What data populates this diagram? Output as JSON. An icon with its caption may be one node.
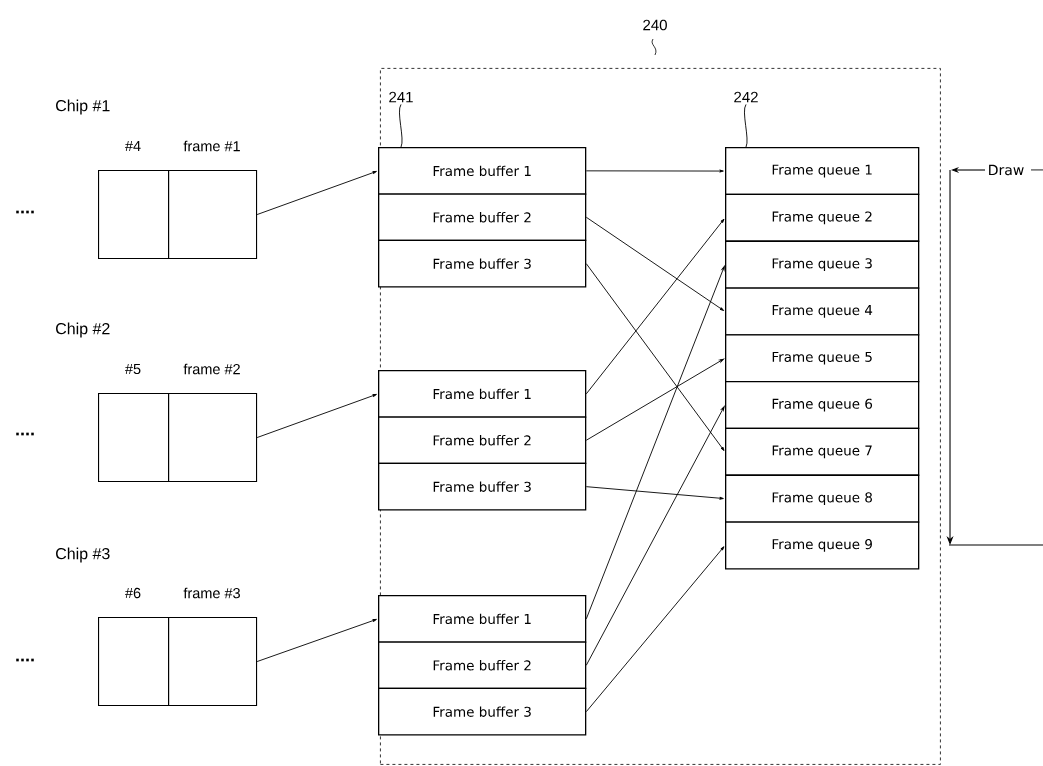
{
  "diagram": {
    "nodes": [
      {
        "text": [
          "240"
        ]
      },
      {
        "text": [
          "Frame buffer 1"
        ],
        "in": 0
      },
      {
        "text": [
          "Frame buffer 2"
        ],
        "in": 0
      },
      {
        "text": [
          "Frame buffer 3"
        ],
        "in": 0
      },
      {
        "text": [
          "Frame buffer 1"
        ],
        "in": 0
      },
      {
        "text": [
          "Frame buffer 2"
        ],
        "in": 0
      },
      {
        "text": [
          "Frame buffer 3"
        ],
        "in": 0
      },
      {
        "text": [
          "Frame buffer 1"
        ],
        "in": 0
      },
      {
        "text": [
          "Frame buffer 2"
        ],
        "in": 0
      },
      {
        "text": [
          "Frame buffer 3"
        ],
        "in": 0
      },
      {
        "text": [
          "Frame queue 1"
        ],
        "in": 0
      },
      {
        "text": [
          "Frame queue 2"
        ],
        "in": 0
      },
      {
        "text": [
          "Frame queue 3"
        ],
        "in": 0
      },
      {
        "text": [
          "Frame queue 4"
        ],
        "in": 0
      },
      {
        "text": [
          "Frame queue 5"
        ],
        "in": 0
      },
      {
        "text": [
          "Frame queue 6"
        ],
        "in": 0
      },
      {
        "text": [
          "Frame queue 7"
        ],
        "in": 0
      },
      {
        "text": [
          "Frame queue 8"
        ],
        "in": 0
      },
      {
        "text": [
          "Frame queue 9"
        ],
        "in": 0
      },
      {
        "text": [
          "#4"
        ]
      },
      {
        "text": [
          "frame #1"
        ]
      },
      {
        "text": [
          "#5"
        ]
      },
      {
        "text": [
          "frame #2"
        ]
      },
      {
        "text": [
          "#6"
        ]
      },
      {
        "text": [
          "frame #3"
        ]
      },
      {
        "text": [
          "241"
        ],
        "in": 0
      },
      {
        "text": [
          "242"
        ],
        "in": 0
      }
    ],
    "edges": [
      {
        "from": 20,
        "to": 1,
        "arrow": "to"
      },
      {
        "from": 22,
        "to": 4,
        "arrow": "to"
      },
      {
        "from": 24,
        "to": 7,
        "arrow": "to"
      },
      {
        "from": 1,
        "to": 10,
        "arrow": "to"
      },
      {
        "from": 2,
        "to": 13,
        "arrow": "to"
      },
      {
        "from": 3,
        "to": 16,
        "arrow": "to"
      },
      {
        "from": 4,
        "to": 11,
        "arrow": "to"
      },
      {
        "from": 5,
        "to": 14,
        "arrow": "to"
      },
      {
        "from": 6,
        "to": 17,
        "arrow": "to"
      },
      {
        "from": 7,
        "to": 12,
        "arrow": "to"
      },
      {
        "from": 8,
        "to": 15,
        "arrow": "to"
      },
      {
        "from": 9,
        "to": 18,
        "arrow": "to"
      },
      {
        "from": 25,
        "to": 1,
        "arrow": "none"
      },
      {
        "from": 26,
        "to": 10,
        "arrow": "none"
      }
    ],
    "labels": [
      "Chip #1",
      "....",
      "Chip #2",
      "....",
      "Chip #3",
      "....",
      "Draw"
    ]
  }
}
